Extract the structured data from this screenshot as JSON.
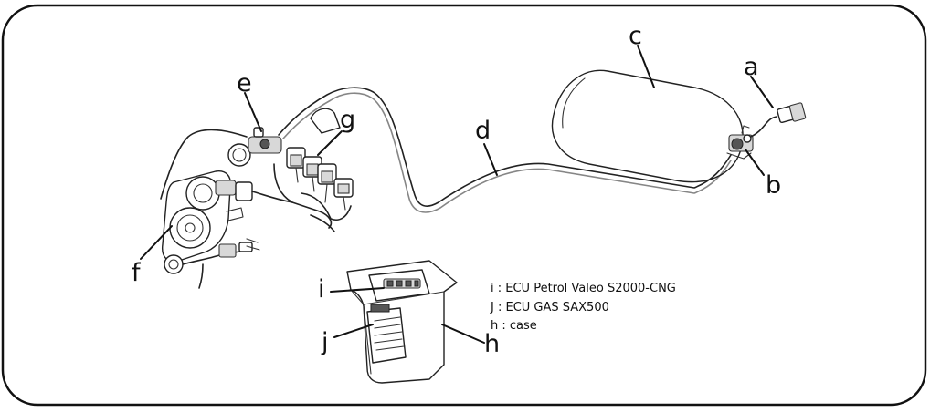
{
  "labels": {
    "a": "a",
    "b": "b",
    "c": "c",
    "d": "d",
    "e": "e",
    "f": "f",
    "g": "g",
    "h": "h",
    "i": "i",
    "j": "j"
  },
  "legend": {
    "line1": "i : ECU Petrol Valeo S2000-CNG",
    "line2": "J : ECU GAS SAX500",
    "line3": "h : case"
  }
}
